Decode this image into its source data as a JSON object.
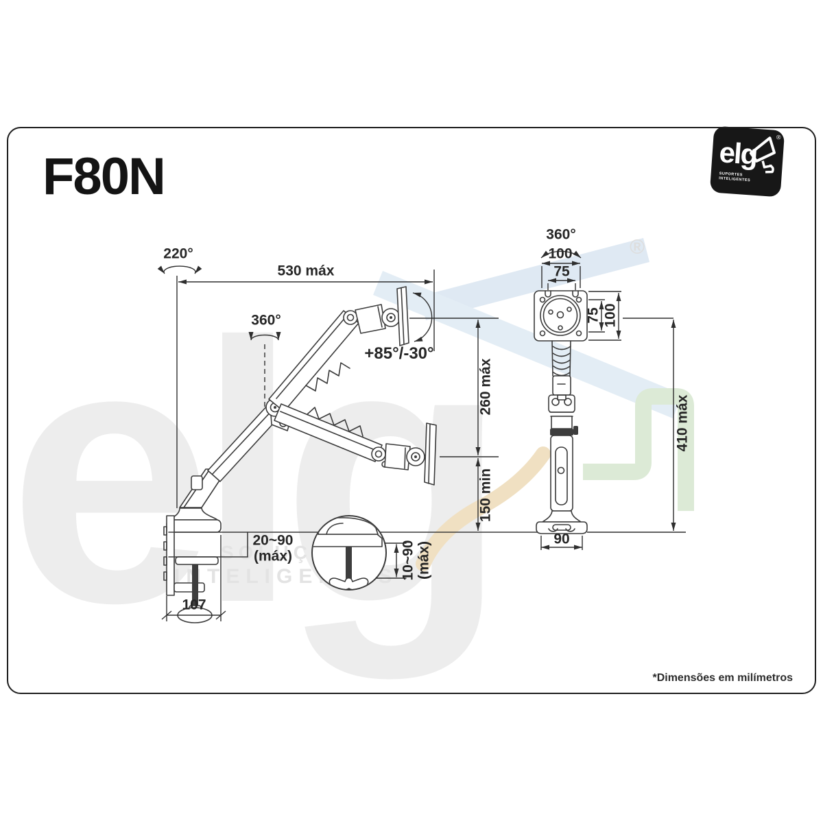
{
  "page": {
    "product_code": "F80N",
    "footnote": "*Dimensões em milímetros",
    "background_color": "#ffffff",
    "line_color": "#3a3a3a"
  },
  "logo": {
    "brand": "elg",
    "tagline": "SUPORTES INTELIGENTES",
    "registered": "®",
    "background_color": "#171717"
  },
  "watermark": {
    "brand": "elg",
    "registered": "®",
    "line1": "SOLUÇÕES",
    "line2": "INTELIGENTES",
    "cyan": "#dfe9f3",
    "green": "#dcead6",
    "yellow": "#f0e0c2",
    "gray": "#ededed"
  },
  "side_view": {
    "swivel": "220°",
    "reach": "530 máx",
    "rotation": "360°",
    "tilt": "+85°/-30°",
    "lift_max": "260 máx",
    "lift_min": "150 min",
    "clamp_line1": "20~90",
    "clamp_line2": "(máx)",
    "base_depth": "107",
    "detail_line1": "10~90",
    "detail_line2": "(máx)"
  },
  "front_view": {
    "rotation": "360°",
    "plate_width": "100",
    "vesa_width": "75",
    "vesa_height": "75",
    "plate_height": "100",
    "column_height": "410 máx",
    "base_width": "90"
  }
}
